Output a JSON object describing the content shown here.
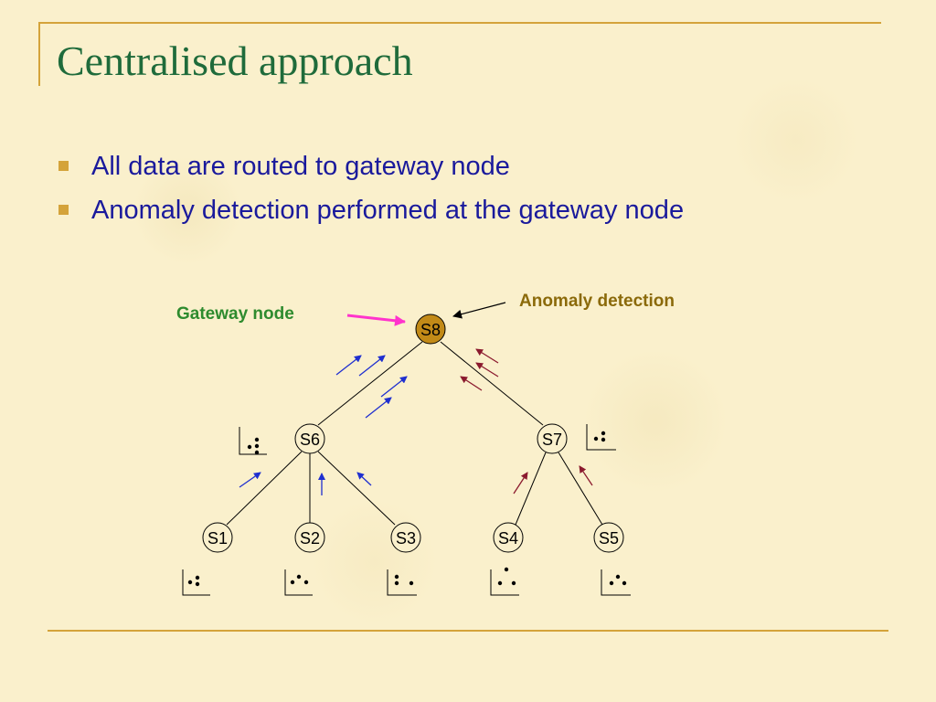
{
  "slide": {
    "title": "Centralised approach",
    "bullets": [
      "All data are routed to gateway node",
      "Anomaly detection performed at the gateway node"
    ]
  },
  "diagram": {
    "labels": {
      "gateway": "Gateway node",
      "anomaly": "Anomaly detection"
    },
    "nodes": {
      "s8": "S8",
      "s6": "S6",
      "s7": "S7",
      "s1": "S1",
      "s2": "S2",
      "s3": "S3",
      "s4": "S4",
      "s5": "S5"
    },
    "colors": {
      "gateway_label": "#2e8b2e",
      "anomaly_label": "#8b6a0a",
      "gateway_node_fill": "#c28a17",
      "left_arrows": "#1f2fd0",
      "right_arrows": "#8b1a2e",
      "pointer_arrow": "#ff33cc",
      "frame": "#d4a33a"
    }
  }
}
